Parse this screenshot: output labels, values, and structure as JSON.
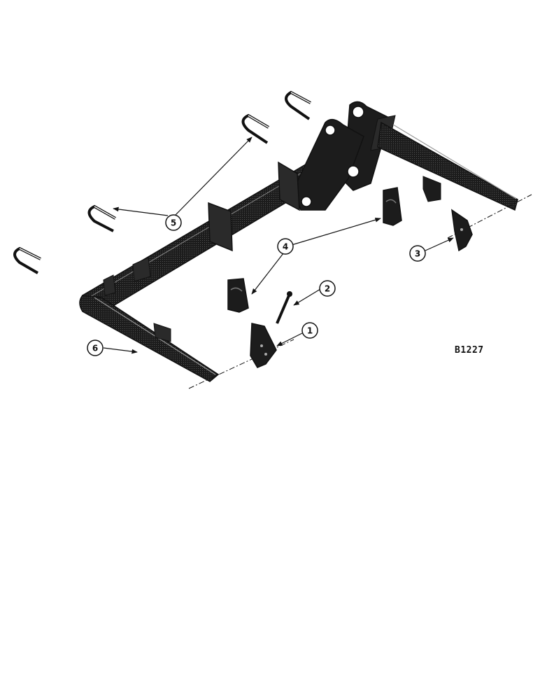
{
  "figure_id": "B1227",
  "callouts": [
    {
      "id": "1",
      "label": "1"
    },
    {
      "id": "2",
      "label": "2"
    },
    {
      "id": "3",
      "label": "3"
    },
    {
      "id": "4",
      "label": "4"
    },
    {
      "id": "5",
      "label": "5"
    },
    {
      "id": "6",
      "label": "6"
    }
  ],
  "colors": {
    "ink": "#1a1a1a",
    "paper": "#ffffff"
  }
}
